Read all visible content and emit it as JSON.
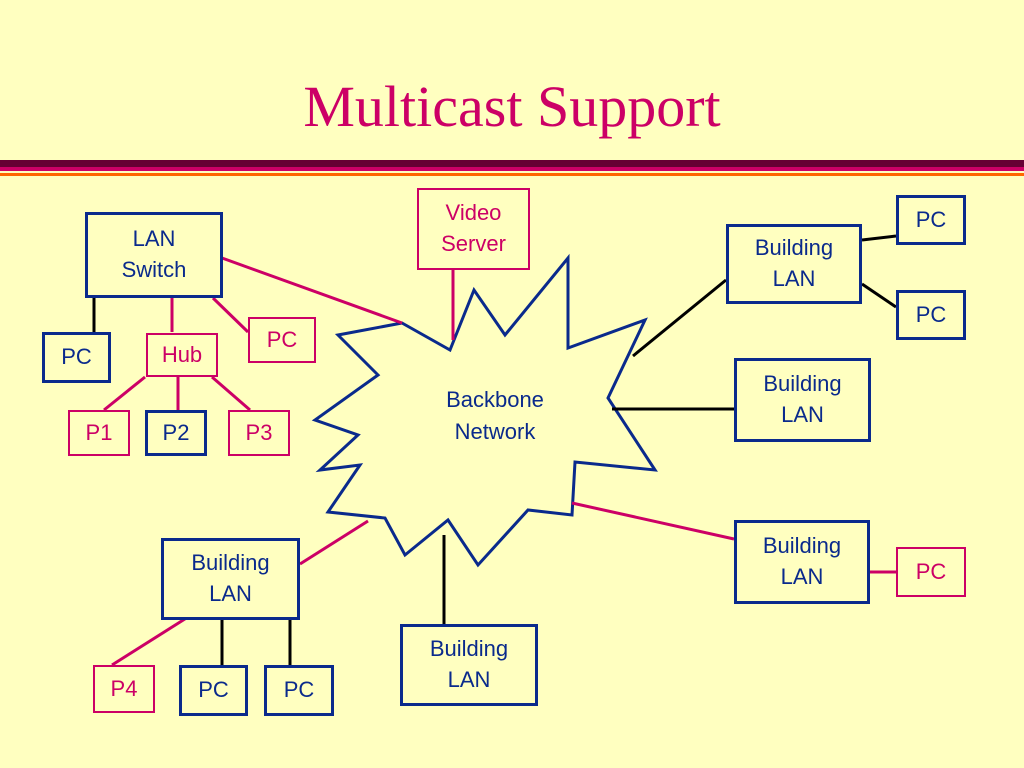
{
  "title": "Multicast Support",
  "colors": {
    "background": "#ffffc0",
    "title": "#cc0066",
    "blue": "#0a2a8c",
    "pink": "#cc0066",
    "black": "#000000"
  },
  "backbone": {
    "line1": "Backbone",
    "line2": "Network"
  },
  "video_server": {
    "line1": "Video",
    "line2": "Server"
  },
  "lan_switch": {
    "line1": "LAN",
    "line2": "Switch"
  },
  "hub": "Hub",
  "building_lan": {
    "line1": "Building",
    "line2": "LAN"
  },
  "pc": "PC",
  "p1": "P1",
  "p2": "P2",
  "p3": "P3",
  "p4": "P4"
}
